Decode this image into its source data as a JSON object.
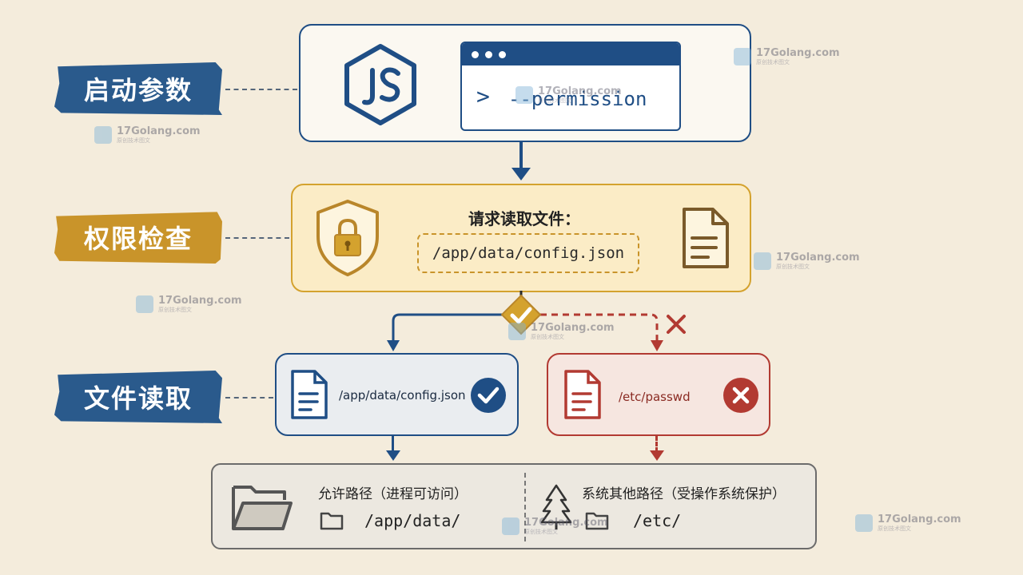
{
  "side_labels": {
    "startup": "启动参数",
    "check": "权限检查",
    "read": "文件读取"
  },
  "terminal": {
    "prompt": ">",
    "command": "--permission"
  },
  "check_panel": {
    "request_label": "请求读取文件：",
    "request_path": "/app/data/config.json"
  },
  "allowed_file": "/app/data/config.json",
  "denied_file": "/etc/passwd",
  "bottom": {
    "allowed_title": "允许路径（进程可访问）",
    "allowed_path": "/app/data/",
    "system_title": "系统其他路径（受操作系统保护）",
    "system_path": "/etc/"
  },
  "watermark": {
    "site": "17Golang.com",
    "sub": "原创技术图文"
  },
  "colors": {
    "blue": "#1f4e85",
    "gold": "#d4a22e",
    "red": "#b23a32",
    "gray": "#6b6b6b"
  }
}
